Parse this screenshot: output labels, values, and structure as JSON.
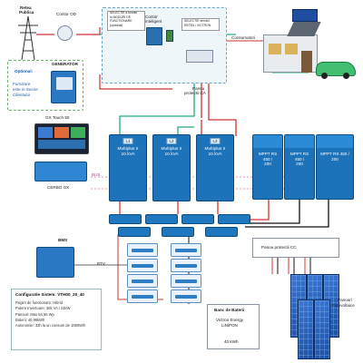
{
  "grid": {
    "label_line1": "Retea",
    "label_line2": "Publica"
  },
  "meter": {
    "label": "Contor OD"
  },
  "selector": {
    "label_lines": [
      "SELECTIE a functie",
      "in MODURI DE",
      "FUNCTIONARE",
      "(optional)"
    ]
  },
  "smart_meter": {
    "label_lines": [
      "Contor",
      "inteligent"
    ]
  },
  "consumer_selector": {
    "label_lines": [
      "SELECTIE servicii",
      "RETEA / VICTRON"
    ]
  },
  "consumers": {
    "label": "Consumatori"
  },
  "ac_panel": {
    "label_lines": [
      "Panou",
      "protectii CA"
    ]
  },
  "generator": {
    "title": "GENERATOR",
    "optional": "Optional:",
    "note_lines": [
      "Furnizare",
      "este in Sosire",
      "Clientului"
    ]
  },
  "gx_touch": {
    "label": "GX Touch 50"
  },
  "cerbo": {
    "label": "CERBO GX"
  },
  "bus_label": "BUS",
  "inverters": [
    {
      "tag": "L1",
      "lines": [
        "Multiplus II",
        "10 kVA"
      ]
    },
    {
      "tag": "L2",
      "lines": [
        "Multiplus II",
        "10 kVA"
      ]
    },
    {
      "tag": "L3",
      "lines": [
        "Multiplus II",
        "10 kVA"
      ]
    }
  ],
  "mppts": [
    {
      "lines": [
        "MPPT RS",
        "450 /",
        "200"
      ]
    },
    {
      "lines": [
        "MPPT RS",
        "450 /",
        "200"
      ]
    },
    {
      "lines": [
        "MPPT RS 450 /",
        "200"
      ]
    }
  ],
  "bms": {
    "label": "BMS"
  },
  "btv_label": "BTV",
  "dc_panel": {
    "label": "Panou protectii CC"
  },
  "battery_bank": {
    "title_lines": [
      "Banc de Baterii"
    ],
    "brand_lines": [
      "Victron Energy",
      "LiNiPON"
    ],
    "capacity": "40 kWh"
  },
  "pv": {
    "label_lines": [
      "Panouri",
      "Fotovoltaice"
    ]
  },
  "config": {
    "title": "Configuratie Sistem: VTH00_20_40",
    "lines": [
      "Regim de functionare: Hibrid",
      "Putere Invertoare: 30k VA / 24kW",
      "Panouri: Max 54,56 Wp",
      "Baterii: 40,96kWh",
      "Autonomie: 32h la un consum de 1080W/h"
    ]
  }
}
